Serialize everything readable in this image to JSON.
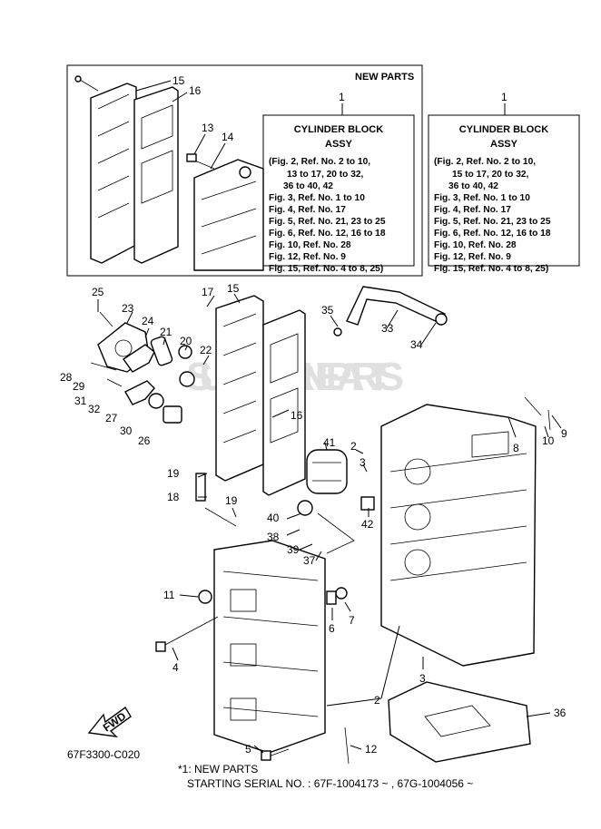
{
  "inset": {
    "title": "NEW PARTS",
    "labels": [
      "15",
      "16",
      "13",
      "14"
    ]
  },
  "boxes": [
    {
      "ref": "1",
      "title_line1": "CYLINDER BLOCK",
      "title_line2": "ASSY",
      "lines": [
        "(Fig. 2, Ref. No. 2 to 10,",
        "13 to 17, 20 to 32,",
        "36 to 40, 42",
        "Fig. 3, Ref. No. 1 to 10",
        "Fig. 4, Ref. No. 17",
        "Fig. 5, Ref. No. 21, 23 to 25",
        "Fig. 6, Ref. No. 12, 16 to 18",
        "Fig. 10, Ref. No. 28",
        "Fig. 12, Ref. No. 9",
        "Fig. 15, Ref. No. 4 to 8, 25)"
      ]
    },
    {
      "ref": "1",
      "title_line1": "CYLINDER BLOCK",
      "title_line2": "ASSY",
      "lines": [
        "(Fig. 2, Ref. No. 2 to 10,",
        "15 to 17, 20 to 32,",
        "36 to 40, 42",
        "Fig. 3, Ref. No. 1 to 10",
        "Fig. 4, Ref. No. 17",
        "Fig. 5, Ref. No. 21, 23 to 25",
        "Fig. 6, Ref. No. 12, 16 to 18",
        "Fig. 10, Ref. No. 28",
        "Fig. 12, Ref. No. 9",
        "Fig. 15, Ref. No. 4 to 8, 25)"
      ]
    }
  ],
  "callouts": [
    "25",
    "23",
    "24",
    "21",
    "20",
    "22",
    "17",
    "15",
    "35",
    "33",
    "34",
    "28",
    "29",
    "31",
    "32",
    "27",
    "30",
    "26",
    "16",
    "2",
    "3",
    "8",
    "10",
    "9",
    "19",
    "18",
    "41",
    "19",
    "40",
    "38",
    "39",
    "37",
    "42",
    "11",
    "4",
    "6",
    "7",
    "5",
    "3",
    "2",
    "36",
    "12"
  ],
  "watermark": "SUZUKI MARINE PARTS",
  "fwd_label": "FWD",
  "diagram_code": "67F3300-C020",
  "footnote_line1": "*1: NEW PARTS",
  "footnote_line2": "STARTING SERIAL NO. : 67F-1004173 ~ , 67G-1004056 ~"
}
